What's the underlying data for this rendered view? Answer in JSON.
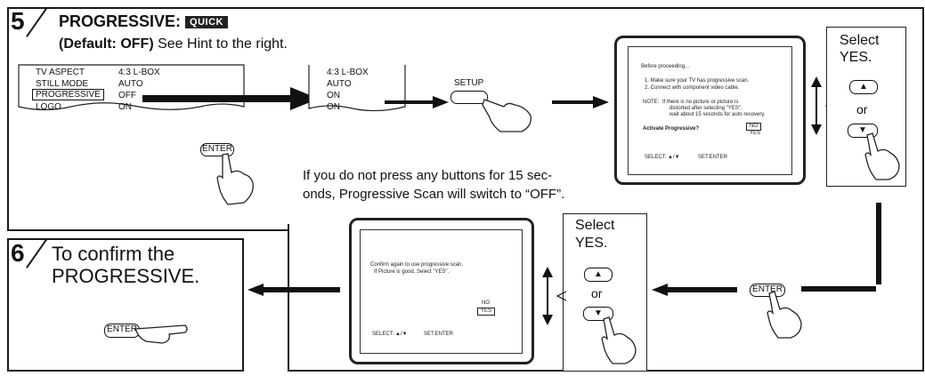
{
  "step5": {
    "number": "5",
    "title": "PROGRESSIVE:",
    "badge": "QUICK",
    "default_label": "(Default: OFF)",
    "hint": "See Hint to the right.",
    "menu": [
      {
        "name": "TV ASPECT",
        "value": "4:3 L-BOX"
      },
      {
        "name": "STILL MODE",
        "value": "AUTO"
      },
      {
        "name": "PROGRESSIVE",
        "value": "OFF"
      },
      {
        "name": "LOGO",
        "value": "ON"
      }
    ],
    "menu_after": [
      "4:3 L-BOX",
      "AUTO",
      "ON",
      "ON"
    ],
    "enter_label": "ENTER",
    "setup_label": "SETUP",
    "screen1": {
      "heading": "Before proceeding...",
      "line1": "1. Make sure your TV has progressive scan.",
      "line2": "2. Connect with component video cable.",
      "note_label": "NOTE:",
      "note1": "If there is no picture or picture is",
      "note2": "distorted after selecting \"YES\",",
      "note3": "wait about 15 seconds for auto recovery.",
      "question": "Activate Progressive?",
      "opt_no": "NO",
      "opt_yes": "YES",
      "footer_select": "SELECT: ▲/▼",
      "footer_set": "SET:ENTER"
    },
    "select_line1": "Select",
    "select_line2": "YES.",
    "or_label": "or",
    "timeout_line1": "If you do not press any buttons for 15 sec-",
    "timeout_line2": "onds, Progressive Scan will switch to “OFF”."
  },
  "step5b": {
    "screen2": {
      "line1": "Confirm again to use progressive scan.",
      "line2": "If Picture is good, Select \"YES\".",
      "opt_no": "NO",
      "opt_yes": "YES",
      "footer_select": "SELECT: ▲/▼",
      "footer_set": "SET:ENTER"
    },
    "select_line1": "Select",
    "select_line2": "YES.",
    "or_label": "or",
    "enter_label": "ENTER"
  },
  "step6": {
    "number": "6",
    "line1": "To confirm the",
    "line2": "PROGRESSIVE.",
    "enter_label": "ENTER"
  }
}
